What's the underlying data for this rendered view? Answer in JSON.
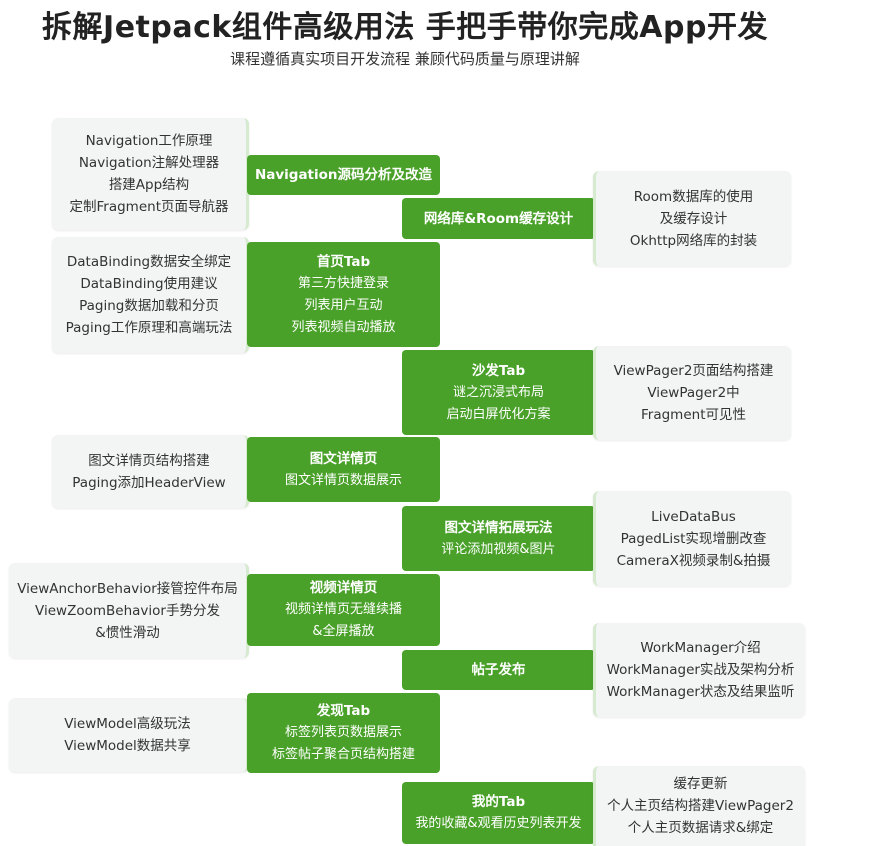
{
  "header": {
    "title": "拆解Jetpack组件高级用法 手把手带你完成App开发",
    "subtitle": "课程遵循真实项目开发流程 兼顾代码质量与原理讲解"
  },
  "modules": [
    {
      "title": "Navigation源码分析及改造",
      "subs": [],
      "details": [
        "Navigation工作原理",
        "Navigation注解处理器",
        "搭建App结构",
        "定制Fragment页面导航器"
      ]
    },
    {
      "title": "网络库&Room缓存设计",
      "subs": [],
      "details": [
        "Room数据库的使用",
        "及缓存设计",
        "Okhttp网络库的封装"
      ]
    },
    {
      "title": "首页Tab",
      "subs": [
        "第三方快捷登录",
        "列表用户互动",
        "列表视频自动播放"
      ],
      "details": [
        "DataBinding数据安全绑定",
        "DataBinding使用建议",
        "Paging数据加载和分页",
        "Paging工作原理和高端玩法"
      ]
    },
    {
      "title": "沙发Tab",
      "subs": [
        "谜之沉浸式布局",
        "启动白屏优化方案"
      ],
      "details": [
        "ViewPager2页面结构搭建",
        "ViewPager2中",
        "Fragment可见性"
      ]
    },
    {
      "title": "图文详情页",
      "subs": [
        "图文详情页数据展示"
      ],
      "details": [
        "图文详情页结构搭建",
        "Paging添加HeaderView"
      ]
    },
    {
      "title": "图文详情拓展玩法",
      "subs": [
        "评论添加视频&图片"
      ],
      "details": [
        "LiveDataBus",
        "PagedList实现增删改查",
        "CameraX视频录制&拍摄"
      ]
    },
    {
      "title": "视频详情页",
      "subs": [
        "视频详情页无缝续播",
        "&全屏播放"
      ],
      "details": [
        "ViewAnchorBehavior接管控件布局",
        "ViewZoomBehavior手势分发",
        "&惯性滑动"
      ]
    },
    {
      "title": "帖子发布",
      "subs": [],
      "details": [
        "WorkManager介绍",
        "WorkManager实战及架构分析",
        "WorkManager状态及结果监听"
      ]
    },
    {
      "title": "发现Tab",
      "subs": [
        "标签列表页数据展示",
        "标签帖子聚合页结构搭建"
      ],
      "details": [
        "ViewModel高级玩法",
        "ViewModel数据共享"
      ]
    },
    {
      "title": "我的Tab",
      "subs": [
        "我的收藏&观看历史列表开发"
      ],
      "details": [
        "缓存更新",
        "个人主页结构搭建ViewPager2",
        "个人主页数据请求&绑定"
      ]
    }
  ]
}
